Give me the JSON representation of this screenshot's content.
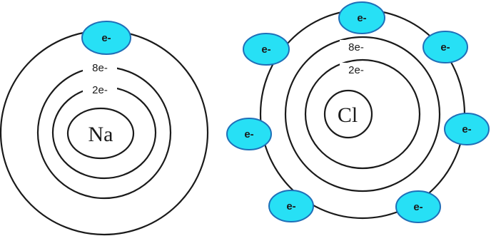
{
  "colors": {
    "electron_fill": "#27e0f5",
    "electron_stroke": "#1f6fb8"
  },
  "atoms": [
    {
      "symbol": "Na",
      "shell_labels": [
        "2e-",
        "8e-"
      ],
      "outer_electron_label": "e-",
      "outer_electron_count": 1
    },
    {
      "symbol": "Cl",
      "shell_labels": [
        "2e-",
        "8e-"
      ],
      "outer_electron_label": "e-",
      "outer_electron_count": 7
    }
  ]
}
